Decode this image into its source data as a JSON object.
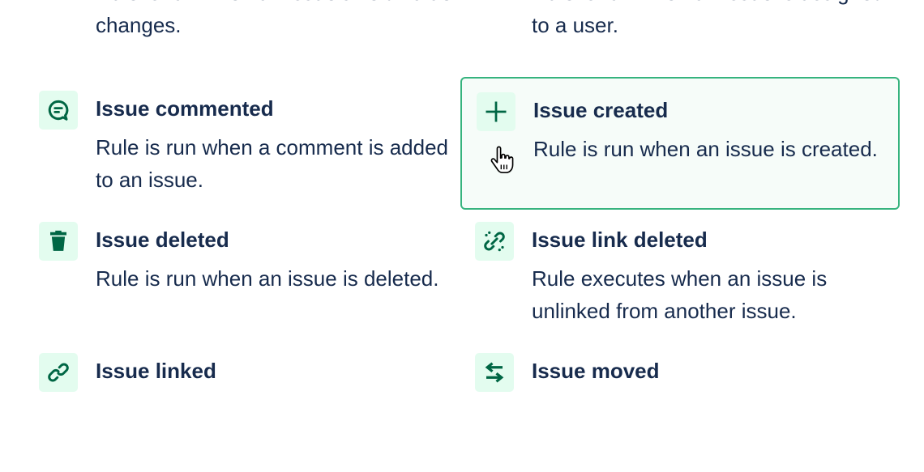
{
  "colors": {
    "text": "#172B4D",
    "icon_bg": "#E3FCEF",
    "icon_fg": "#006644",
    "selected_border": "#36B37E"
  },
  "triggers": [
    {
      "title": "",
      "description": "Rule is run when an issue's field value changes.",
      "icon": "field-icon"
    },
    {
      "title": "",
      "description": "Rule is run when an issue is assigned to a user.",
      "icon": "assign-icon"
    },
    {
      "title": "Issue commented",
      "description": "Rule is run when a comment is added to an issue.",
      "icon": "comment-icon"
    },
    {
      "title": "Issue created",
      "description": "Rule is run when an issue is created.",
      "icon": "plus-icon",
      "selected": true
    },
    {
      "title": "Issue deleted",
      "description": "Rule is run when an issue is deleted.",
      "icon": "trash-icon"
    },
    {
      "title": "Issue link deleted",
      "description": "Rule executes when an issue is unlinked from another issue.",
      "icon": "unlink-icon"
    },
    {
      "title": "Issue linked",
      "description": "",
      "icon": "link-icon"
    },
    {
      "title": "Issue moved",
      "description": "",
      "icon": "arrows-swap-icon"
    }
  ]
}
